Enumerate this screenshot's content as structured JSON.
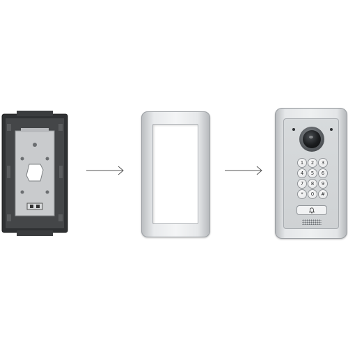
{
  "scene": {
    "background_color": "#ffffff",
    "steps": [
      {
        "item": "back-box",
        "colors": {
          "body": "#2f3133",
          "plate": "#c9cbcd"
        }
      },
      {
        "item": "frame",
        "colors": {
          "body": "#e6e8ea",
          "edge": "#a4a8ac"
        }
      },
      {
        "item": "door-station",
        "colors": {
          "body": "#e9ebed",
          "camera": "#1a1c1e"
        }
      }
    ],
    "arrows": [
      {
        "icon": "arrow-right-icon",
        "color": "#555555"
      },
      {
        "icon": "arrow-right-icon",
        "color": "#555555"
      }
    ],
    "keypad": {
      "keys": [
        "1",
        "2",
        "3",
        "4",
        "5",
        "6",
        "7",
        "8",
        "9",
        "*",
        "0",
        "#"
      ],
      "call_icon": "bell-icon"
    }
  }
}
